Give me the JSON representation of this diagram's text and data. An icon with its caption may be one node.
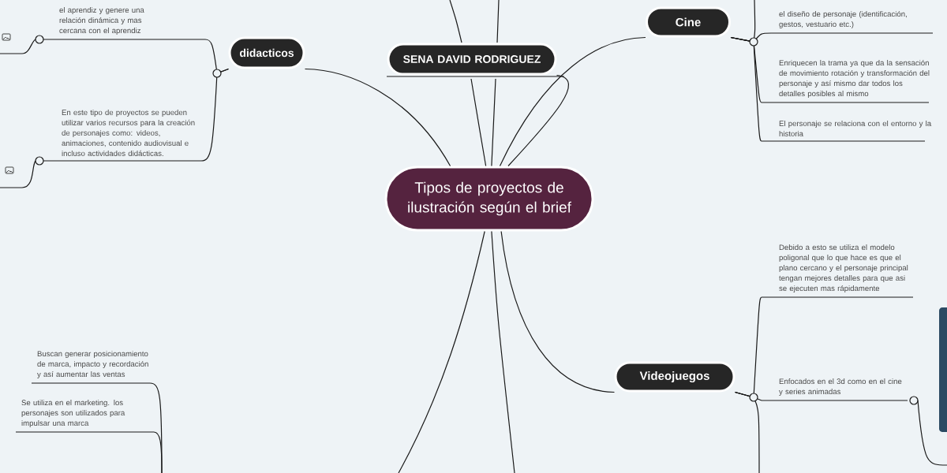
{
  "diagram": {
    "nodes": [
      {
        "text": [
          "Tipos de proyectos de ilustración según el brief"
        ]
      },
      {
        "text": [
          "SENA DAVID RODRIGUEZ"
        ]
      },
      {
        "text": [
          "didacticos"
        ]
      },
      {
        "text": [
          "el aprendiz y genere una relación dinámica y mas cercana con el aprendiz"
        ]
      },
      {
        "text": [
          "En este tipo de proyectos se pueden utilizar varios recursos para la creación de personajes como: videos, animaciones, contenido audiovisual e incluso actividades didácticas."
        ]
      },
      {
        "text": [
          "Cine"
        ]
      },
      {
        "text": [
          "el diseño de personaje (identificación, gestos, vestuario etc.)"
        ]
      },
      {
        "text": [
          "Enriquecen la trama ya que da la sensación de movimiento rotación y transformación del personaje y así mismo dar todos los detalles posibles al mismo"
        ]
      },
      {
        "text": [
          "El personaje se relaciona con el entorno y la historia"
        ]
      },
      {
        "text": [
          "Videojuegos"
        ]
      },
      {
        "text": [
          "Debido a esto se utiliza el modelo poligonal que lo que hace es que el plano cercano y el personaje principal tengan mejores detalles para que asi se ejecuten mas rápidamente"
        ]
      },
      {
        "text": [
          "Enfocados en el 3d como en el cine y series animadas"
        ]
      },
      {
        "text": [
          "Buscan generar posicionamiento de marca, impacto y recordación y así aumentar las ventas"
        ]
      },
      {
        "text": [
          "Se utiliza en el marketing. los personajes son utilizados para impulsar una marca"
        ]
      }
    ],
    "edges": [
      {
        "from": 0,
        "to": 1,
        "arrow": "none"
      },
      {
        "from": 0,
        "to": null,
        "arrow": "none"
      },
      {
        "from": 0,
        "to": null,
        "arrow": "none"
      },
      {
        "from": 0,
        "to": 2,
        "arrow": "none"
      },
      {
        "from": 0,
        "to": 5,
        "arrow": "none"
      },
      {
        "from": 0,
        "to": 9,
        "arrow": "none"
      },
      {
        "from": 0,
        "to": null,
        "arrow": "none"
      },
      {
        "from": 0,
        "to": null,
        "arrow": "none"
      },
      {
        "from": 2,
        "to": 3,
        "arrow": "none"
      },
      {
        "from": 2,
        "to": 4,
        "arrow": "none"
      },
      {
        "from": 3,
        "to": null,
        "arrow": "none"
      },
      {
        "from": 4,
        "to": null,
        "arrow": "none"
      },
      {
        "from": 5,
        "to": null,
        "arrow": "none"
      },
      {
        "from": 5,
        "to": 6,
        "arrow": "none"
      },
      {
        "from": 5,
        "to": 7,
        "arrow": "none"
      },
      {
        "from": 5,
        "to": 8,
        "arrow": "none"
      },
      {
        "from": 9,
        "to": 10,
        "arrow": "none"
      },
      {
        "from": 9,
        "to": 11,
        "arrow": "none"
      },
      {
        "from": 9,
        "to": null,
        "arrow": "none"
      },
      {
        "from": 11,
        "to": null,
        "arrow": "none"
      },
      {
        "from": 12,
        "to": null,
        "arrow": "none"
      },
      {
        "from": 13,
        "to": null,
        "arrow": "none"
      }
    ]
  }
}
